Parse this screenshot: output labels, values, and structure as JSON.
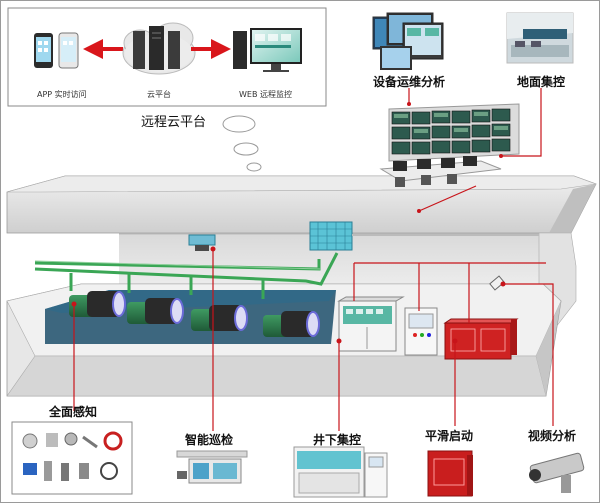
{
  "cloud_platform": {
    "app_label": "APP 实时访问",
    "cloud_label": "云平台",
    "web_label": "WEB 远程监控",
    "title": "远程云平台"
  },
  "labels": {
    "device_ops": "设备运维分析",
    "ground_control": "地面集控",
    "full_sensing": "全面感知",
    "smart_patrol": "智能巡检",
    "underground_control": "井下集控",
    "soft_start": "平滑启动",
    "video_analysis": "视频分析"
  },
  "colors": {
    "arrow_red": "#d9161b",
    "callout_red": "#c8141a",
    "pipe_green": "#3aa655",
    "motor_green": "#2f7a4c",
    "cabinet_red": "#cf2222",
    "floor_gray": "#e3e3e3"
  }
}
